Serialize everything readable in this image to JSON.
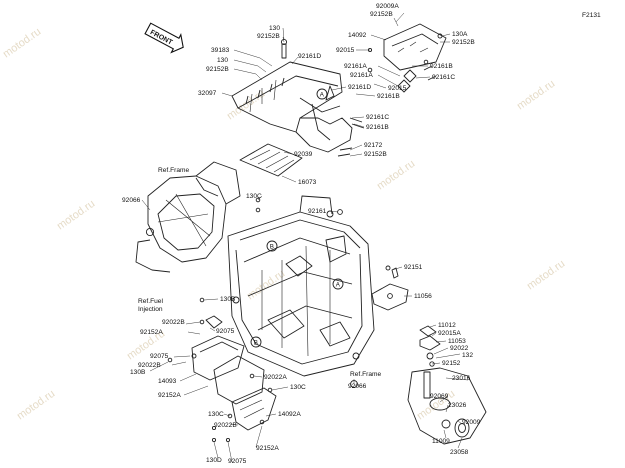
{
  "watermark": "motod.ru",
  "figure_code": "F2131",
  "front_marker": "FRONT",
  "ref_labels": {
    "frame_left": "Ref.Frame",
    "frame_bottom": "Ref.Frame",
    "fuel_injection_line1": "Ref.Fuel",
    "fuel_injection_line2": "Injection"
  },
  "callouts": {
    "a_upper": "A",
    "b_upper": "B",
    "a_lower": "A",
    "b_lower": "B"
  },
  "part_numbers": {
    "p130_top": "130",
    "p92152b_top": "92152B",
    "p39183": "39183",
    "p130_mid": "130",
    "p92152b_mid": "92152B",
    "p92161d_a": "92161D",
    "p32097": "32097",
    "p92009a": "92009A",
    "p92152b_r1": "92152B",
    "p14092": "14092",
    "p130a": "130A",
    "p92015_a": "92015",
    "p92152b_r2": "92152B",
    "p92161a_1": "92161A",
    "p92161a_2": "92161A",
    "p92161b_1": "92161B",
    "p92161c_1": "92161C",
    "p92161d_b": "92161D",
    "p92161b_2": "92161B",
    "p92015_b": "92015",
    "p92161c_2": "92161C",
    "p92161b_3": "92161B",
    "p92172": "92172",
    "p92152b_r3": "92152B",
    "p92039": "92039",
    "p16073": "16073",
    "p130c_a": "130C",
    "p92066_a": "92066",
    "p92161_mid": "92161",
    "p92151": "92151",
    "p11056": "11056",
    "p130b_a": "130B",
    "p92022b_a": "92022B",
    "p92152a_a": "92152A",
    "p92075_a": "92075",
    "p92075_b": "92075",
    "p92022b_b": "92022B",
    "p130b_b": "130B",
    "p14093": "14093",
    "p92022a": "92022A",
    "p130c_b": "130C",
    "p92152a_b": "92152A",
    "p92066_b": "92066",
    "p130c_c": "130C",
    "p14092a": "14092A",
    "p92022b_c": "92022B",
    "p92152a_c": "92152A",
    "p130d": "130D",
    "p92075_c": "92075",
    "p11012": "11012",
    "p92015a": "92015A",
    "p11053": "11053",
    "p92022": "92022",
    "p132": "132",
    "p92152": "92152",
    "p23016": "23016",
    "p92069": "92069",
    "p23026": "23026",
    "p92009": "92009",
    "p11009": "11009",
    "p23058": "23058"
  }
}
